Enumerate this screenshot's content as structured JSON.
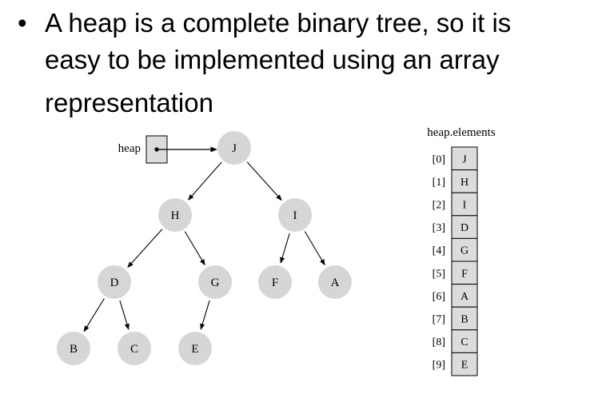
{
  "bullet": {
    "symbol": "•",
    "line1": "A heap is a complete binary tree, so it is",
    "line2": "easy to be implemented using an array",
    "line3": "representation"
  },
  "pointer_label": "heap",
  "array_title": "heap.elements",
  "tree": {
    "nodes": [
      {
        "id": "J",
        "label": "J"
      },
      {
        "id": "H",
        "label": "H"
      },
      {
        "id": "I",
        "label": "I"
      },
      {
        "id": "D",
        "label": "D"
      },
      {
        "id": "G",
        "label": "G"
      },
      {
        "id": "F",
        "label": "F"
      },
      {
        "id": "A",
        "label": "A"
      },
      {
        "id": "B",
        "label": "B"
      },
      {
        "id": "C",
        "label": "C"
      },
      {
        "id": "E",
        "label": "E"
      }
    ],
    "edges": [
      [
        "J",
        "H"
      ],
      [
        "J",
        "I"
      ],
      [
        "H",
        "D"
      ],
      [
        "H",
        "G"
      ],
      [
        "I",
        "F"
      ],
      [
        "I",
        "A"
      ],
      [
        "D",
        "B"
      ],
      [
        "D",
        "C"
      ],
      [
        "G",
        "E"
      ]
    ]
  },
  "array": [
    {
      "index": "[0]",
      "value": "J"
    },
    {
      "index": "[1]",
      "value": "H"
    },
    {
      "index": "[2]",
      "value": "I"
    },
    {
      "index": "[3]",
      "value": "D"
    },
    {
      "index": "[4]",
      "value": "G"
    },
    {
      "index": "[5]",
      "value": "F"
    },
    {
      "index": "[6]",
      "value": "A"
    },
    {
      "index": "[7]",
      "value": "B"
    },
    {
      "index": "[8]",
      "value": "C"
    },
    {
      "index": "[9]",
      "value": "E"
    }
  ],
  "colors": {
    "node_fill": "#d6d6d6",
    "cell_fill": "#dcdcdc",
    "stroke": "#000000"
  }
}
